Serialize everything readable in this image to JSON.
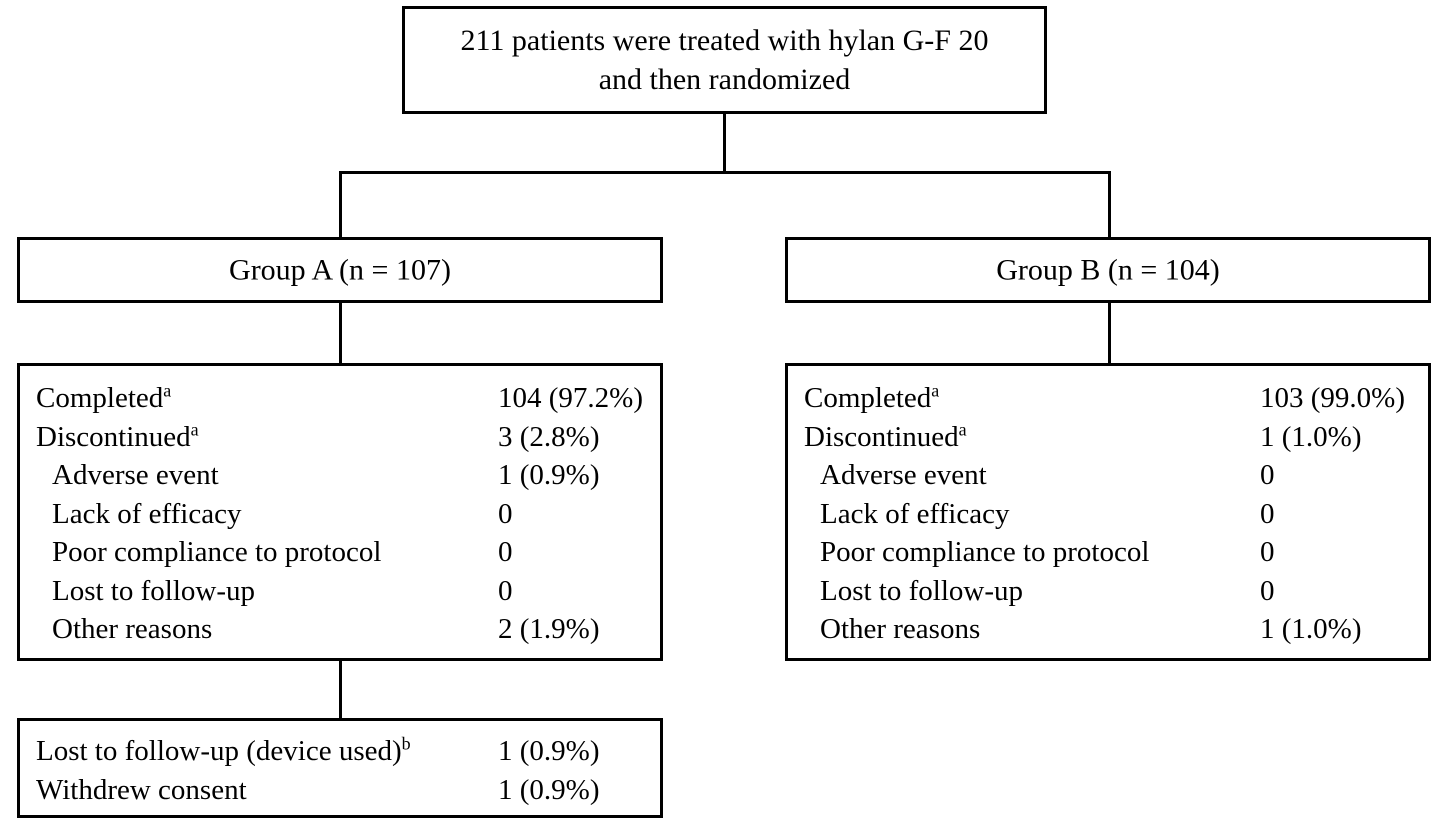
{
  "diagram": {
    "title_node": {
      "line1": "211 patients were treated with hylan G-F 20",
      "line2": "and then randomized"
    },
    "groups": [
      {
        "label": "Group A (n = 107)",
        "disposition": [
          {
            "label": "Completed",
            "sup": "a",
            "indent": 0,
            "value": "104 (97.2%)"
          },
          {
            "label": "Discontinued",
            "sup": "a",
            "indent": 0,
            "value": "3 (2.8%)"
          },
          {
            "label": "Adverse event",
            "sup": "",
            "indent": 1,
            "value": "1 (0.9%)"
          },
          {
            "label": "Lack of efficacy",
            "sup": "",
            "indent": 1,
            "value": "0"
          },
          {
            "label": "Poor compliance to protocol",
            "sup": "",
            "indent": 1,
            "value": "0"
          },
          {
            "label": "Lost to follow-up",
            "sup": "",
            "indent": 1,
            "value": "0"
          },
          {
            "label": "Other reasons",
            "sup": "",
            "indent": 1,
            "value": "2 (1.9%)"
          }
        ]
      },
      {
        "label": "Group B (n = 104)",
        "disposition": [
          {
            "label": "Completed",
            "sup": "a",
            "indent": 0,
            "value": "103 (99.0%)"
          },
          {
            "label": "Discontinued",
            "sup": "a",
            "indent": 0,
            "value": "1 (1.0%)"
          },
          {
            "label": "Adverse event",
            "sup": "",
            "indent": 1,
            "value": "0"
          },
          {
            "label": "Lack of efficacy",
            "sup": "",
            "indent": 1,
            "value": "0"
          },
          {
            "label": "Poor compliance to protocol",
            "sup": "",
            "indent": 1,
            "value": "0"
          },
          {
            "label": "Lost to follow-up",
            "sup": "",
            "indent": 1,
            "value": "0"
          },
          {
            "label": "Other reasons",
            "sup": "",
            "indent": 1,
            "value": "1 (1.0%)"
          }
        ]
      }
    ],
    "other_reasons_detail": [
      {
        "label": "Lost to follow-up (device used)",
        "sup": "b",
        "indent": 0,
        "value": "1 (0.9%)"
      },
      {
        "label": "Withdrew consent",
        "sup": "",
        "indent": 0,
        "value": "1 (0.9%)"
      }
    ]
  },
  "style": {
    "stroke_color": "#000000",
    "text_color": "#000000",
    "background_color": "#ffffff"
  }
}
